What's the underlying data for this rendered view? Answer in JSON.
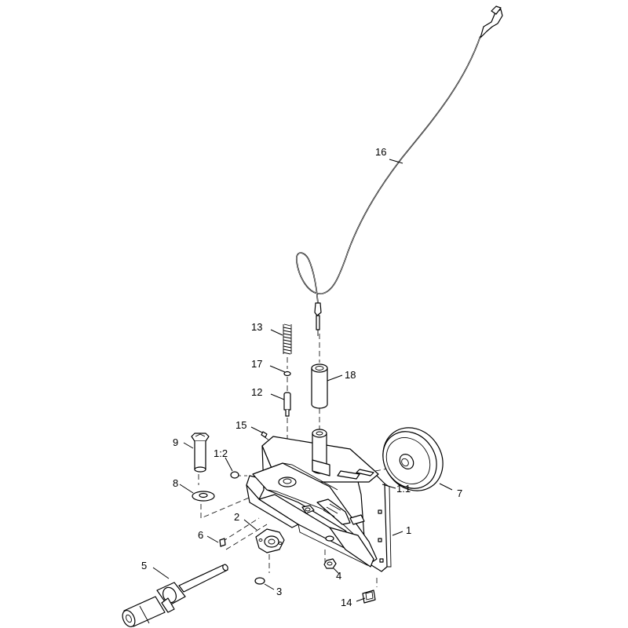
{
  "callouts": {
    "c1": "1",
    "c1_1": "1:1",
    "c1_2": "1:2",
    "c2": "2",
    "c3": "3",
    "c4": "4",
    "c5": "5",
    "c6": "6",
    "c7": "7",
    "c8": "8",
    "c9": "9",
    "c12": "12",
    "c13": "13",
    "c14": "14",
    "c15": "15",
    "c16": "16",
    "c17": "17",
    "c18": "18"
  },
  "colors": {
    "line": "#000000",
    "background": "#ffffff"
  }
}
